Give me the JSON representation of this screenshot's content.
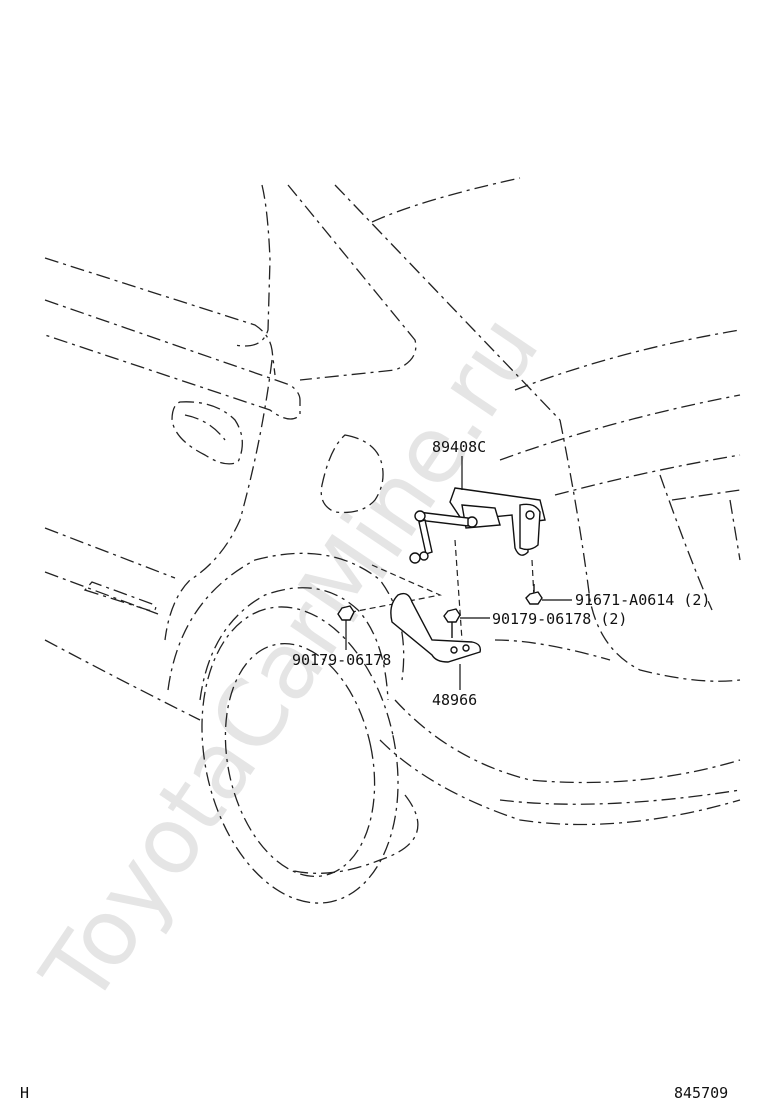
{
  "watermark": "ToyotaCarMine.ru",
  "corner_left": "H",
  "diagram_code": "845709",
  "callouts": {
    "sensor": "89408C",
    "bolt": "91671-A0614 (2)",
    "nut_right": "90179-06178 (2)",
    "nut_left": "90179-06178",
    "bracket": "48966"
  }
}
